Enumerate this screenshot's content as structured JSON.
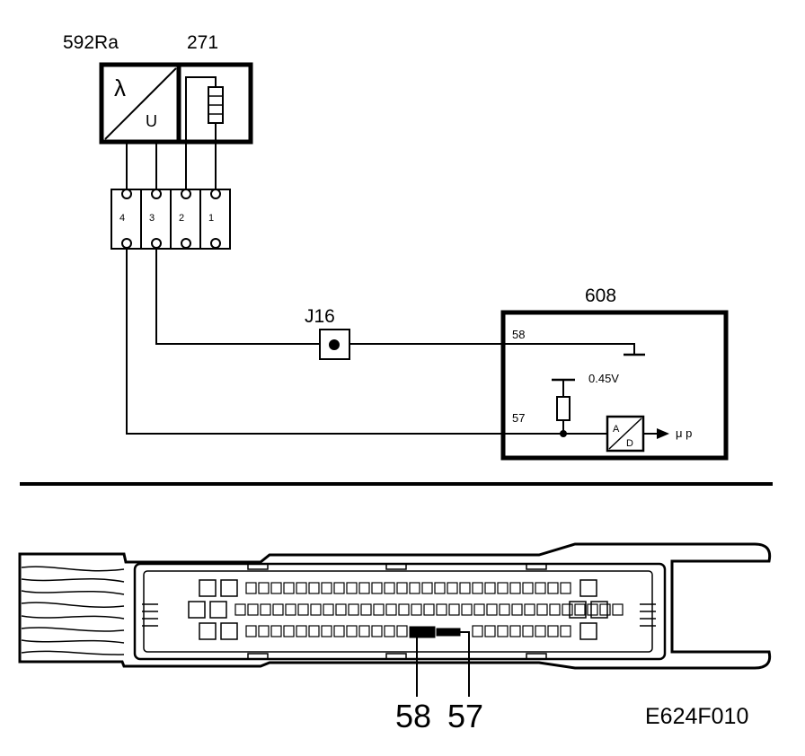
{
  "components": {
    "sensor_id": "592Ra",
    "heater_id": "271",
    "sensor_symbol": "λ",
    "sensor_output": "U",
    "ecu_id": "608",
    "junction_id": "J16"
  },
  "connector_pins": [
    "4",
    "3",
    "2",
    "1"
  ],
  "ecu_internal": {
    "pin_top": "58",
    "pin_bottom": "57",
    "bias_voltage": "0.45V",
    "adc_a": "A",
    "adc_d": "D",
    "mcu_label": "μ p"
  },
  "ecu_connector": {
    "callout_left": "58",
    "callout_right": "57"
  },
  "figure_code": "E624F010",
  "colors": {
    "ink": "#000000",
    "paper": "#ffffff"
  }
}
